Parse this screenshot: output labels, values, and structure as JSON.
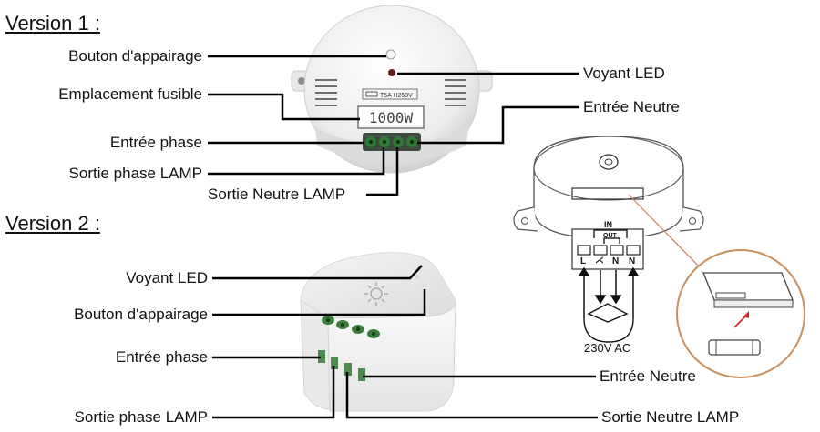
{
  "version1": {
    "heading": "Version 1 :",
    "labels": {
      "pairing_button": "Bouton d'appairage",
      "fuse_slot": "Emplacement fusible",
      "phase_in": "Entrée phase",
      "lamp_phase_out": "Sortie phase LAMP",
      "lamp_neutral_out": "Sortie Neutre LAMP",
      "led": "Voyant LED",
      "neutral_in": "Entrée Neutre"
    },
    "fuse_marking": "T5A H250V",
    "power_rating": "1000W"
  },
  "version2": {
    "heading": "Version 2 :",
    "labels": {
      "led": "Voyant LED",
      "pairing_button": "Bouton d'appairage",
      "phase_in": "Entrée phase",
      "lamp_phase_out": "Sortie phase LAMP",
      "neutral_in": "Entrée Neutre",
      "lamp_neutral_out": "Sortie Neutre LAMP"
    }
  },
  "wiring": {
    "in_label": "IN",
    "out_label": "OUT",
    "terminal_marks": [
      "L",
      "N",
      "N"
    ],
    "supply": "230V AC"
  }
}
